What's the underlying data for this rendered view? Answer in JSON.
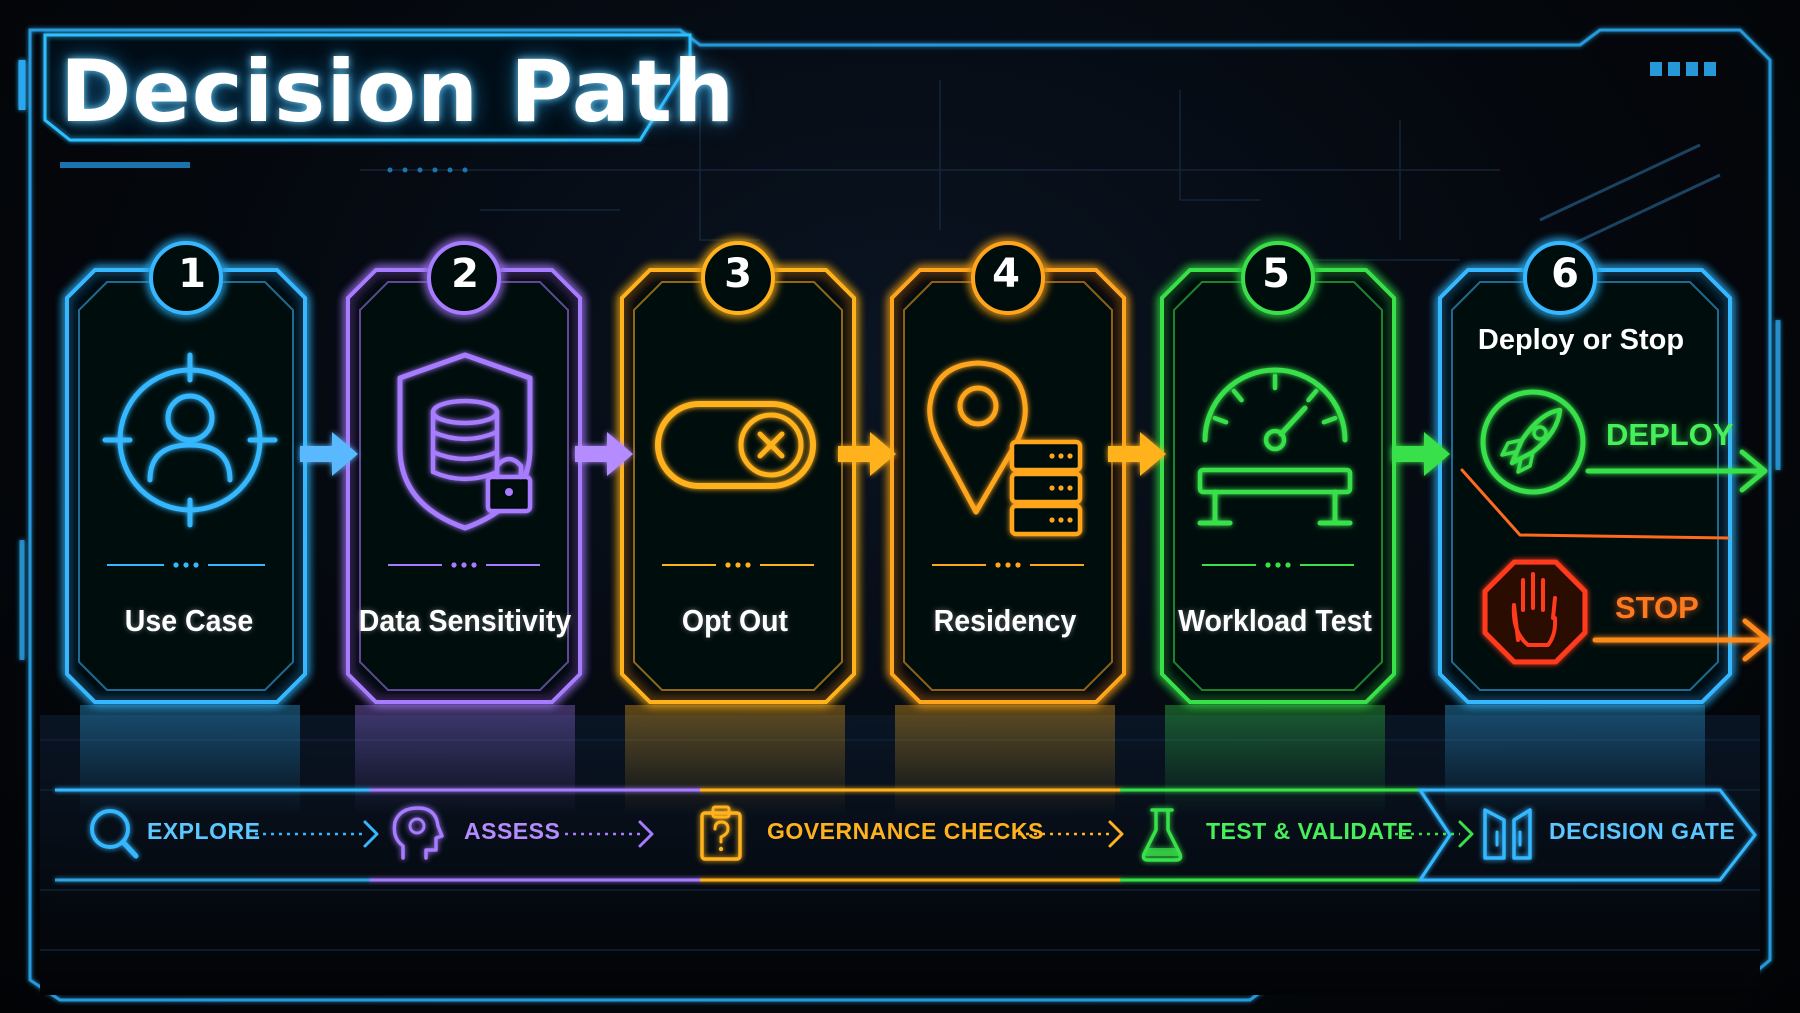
{
  "title": "Decision Path",
  "colors": {
    "blue": "#35b8ff",
    "purple": "#a77bff",
    "yellow": "#ffb21e",
    "orange": "#ff9a1e",
    "green": "#38e04a",
    "red": "#ff3a1e",
    "background": "#030508"
  },
  "steps": [
    {
      "number": "1",
      "label": "Use Case",
      "icon": "user-target-icon",
      "color": "#35b8ff"
    },
    {
      "number": "2",
      "label": "Data Sensitivity",
      "icon": "shield-database-lock-icon",
      "color": "#a77bff"
    },
    {
      "number": "3",
      "label": "Opt Out",
      "icon": "toggle-off-icon",
      "color": "#ffb21e"
    },
    {
      "number": "4",
      "label": "Residency",
      "icon": "location-server-icon",
      "color": "#ffa51e"
    },
    {
      "number": "5",
      "label": "Workload Test",
      "icon": "speedometer-benchmark-icon",
      "color": "#38e04a"
    }
  ],
  "decision": {
    "number": "6",
    "label": "Deploy or Stop",
    "color": "#35b8ff",
    "deploy": {
      "label": "DEPLOY",
      "icon": "rocket-icon",
      "color": "#38e04a"
    },
    "stop": {
      "label": "STOP",
      "icon": "stop-hand-icon",
      "color": "#ff3a1e"
    }
  },
  "phases": [
    {
      "label": "EXPLORE",
      "icon": "magnifier-icon",
      "color": "#35b8ff"
    },
    {
      "label": "ASSESS",
      "icon": "head-gear-icon",
      "color": "#a77bff"
    },
    {
      "label": "GOVERNANCE CHECKS",
      "icon": "clipboard-question-icon",
      "color": "#ffb21e"
    },
    {
      "label": "TEST & VALIDATE",
      "icon": "flask-icon",
      "color": "#38e04a"
    },
    {
      "label": "DECISION GATE",
      "icon": "gate-icon",
      "color": "#35b8ff"
    }
  ]
}
